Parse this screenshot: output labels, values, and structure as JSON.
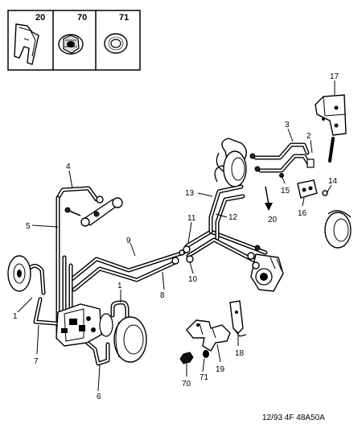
{
  "legend": {
    "items": [
      {
        "number": "20"
      },
      {
        "number": "70"
      },
      {
        "number": "71"
      }
    ]
  },
  "callouts": {
    "c1a": "1",
    "c1b": "1",
    "c2": "2",
    "c3": "3",
    "c4": "4",
    "c5": "5",
    "c6": "6",
    "c7": "7",
    "c8": "8",
    "c9": "9",
    "c10": "10",
    "c11": "11",
    "c12": "12",
    "c13": "13",
    "c14": "14",
    "c15": "15",
    "c16": "16",
    "c17": "17",
    "c18": "18",
    "c19": "19",
    "c20": "20",
    "c70": "70",
    "c71": "71"
  },
  "footer": {
    "reference": "12/93 4F 48A50A"
  }
}
